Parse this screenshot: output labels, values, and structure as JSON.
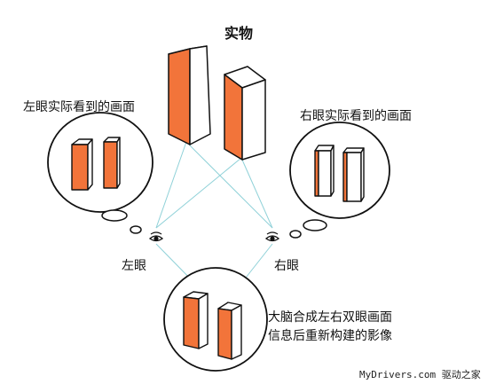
{
  "title": "实物",
  "left_view_label": "左眼实际看到的画面",
  "right_view_label": "右眼实际看到的画面",
  "left_eye_label": "左眼",
  "right_eye_label": "右眼",
  "brain_line1": "大脑合成左右双眼画面",
  "brain_line2": "信息后重新构建的影像",
  "watermark": "MyDrivers.com 驱动之家",
  "colors": {
    "front_face": "#f2743a",
    "side_face": "#ffffff",
    "outline": "#111111",
    "sight_line": "#8fd1d8"
  },
  "icons": [
    "eye-icon"
  ]
}
